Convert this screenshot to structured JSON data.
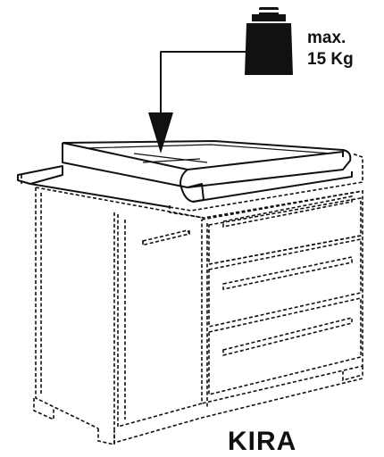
{
  "weight": {
    "line1": "max.",
    "line2": "15 Kg"
  },
  "brand": {
    "name": "KIRA"
  },
  "colors": {
    "ink": "#111111",
    "background": "#ffffff"
  },
  "icons": {
    "weight": "weight-icon",
    "arrow": "down-arrow-icon"
  }
}
